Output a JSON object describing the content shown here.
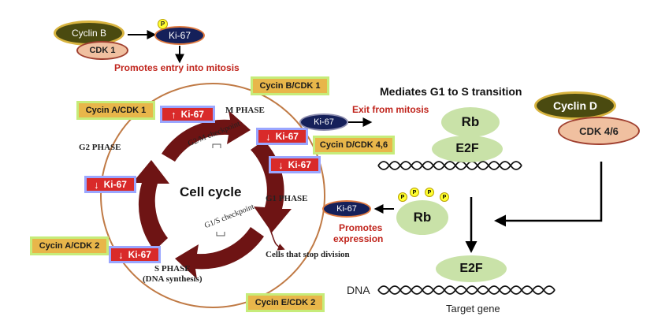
{
  "top": {
    "cyclin_b": "Cyclin B",
    "cdk1": "CDK 1",
    "ki67": "Ki-67",
    "p": "P",
    "promotes_mitosis": "Promotes entry into mitosis"
  },
  "cycle": {
    "center": "Cell cycle",
    "m_phase": "M PHASE",
    "g2_phase": "G2 PHASE",
    "g1_phase": "G1 PHASE",
    "s_phase": "S PHASE",
    "dna_synthesis": "(DNA synthesis)",
    "g2m_checkpoint": "G2/M checkpoint",
    "g1s_checkpoint": "G1/S checkpoint",
    "stop_division": "Cells that stop division"
  },
  "cyclins": {
    "b_cdk1": "Cycin B/CDK 1",
    "a_cdk1": "Cycin A/CDK 1",
    "d_cdk46": "Cycin D/CDK 4,6",
    "a_cdk2": "Cycin A/CDK 2",
    "e_cdk2": "Cycin E/CDK 2"
  },
  "ki67": {
    "label": "Ki-67",
    "up": "↑",
    "down": "↓"
  },
  "right": {
    "heading": "Mediates G1 to S transition",
    "exit_mitosis": "Exit from mitosis",
    "ki67": "Ki-67",
    "rb": "Rb",
    "e2f": "E2F",
    "cyclin_d": "Cyclin D",
    "cdk46": "CDK 4/6",
    "p": "P",
    "promotes": "Promotes",
    "expression": "expression",
    "dna": "DNA",
    "target_gene": "Target gene"
  },
  "colors": {
    "cyclin_box": "#e8b64a",
    "cyclin_border": "#c6ec7a",
    "ki67_box": "#d92a2a",
    "ki67_border": "#9aa6ff",
    "cycle_arrow": "#6e1414",
    "ring": "#c07a45",
    "rb_green": "#c9e2a8",
    "ki67_oval": "#15205a",
    "text_red": "#c0241c"
  }
}
